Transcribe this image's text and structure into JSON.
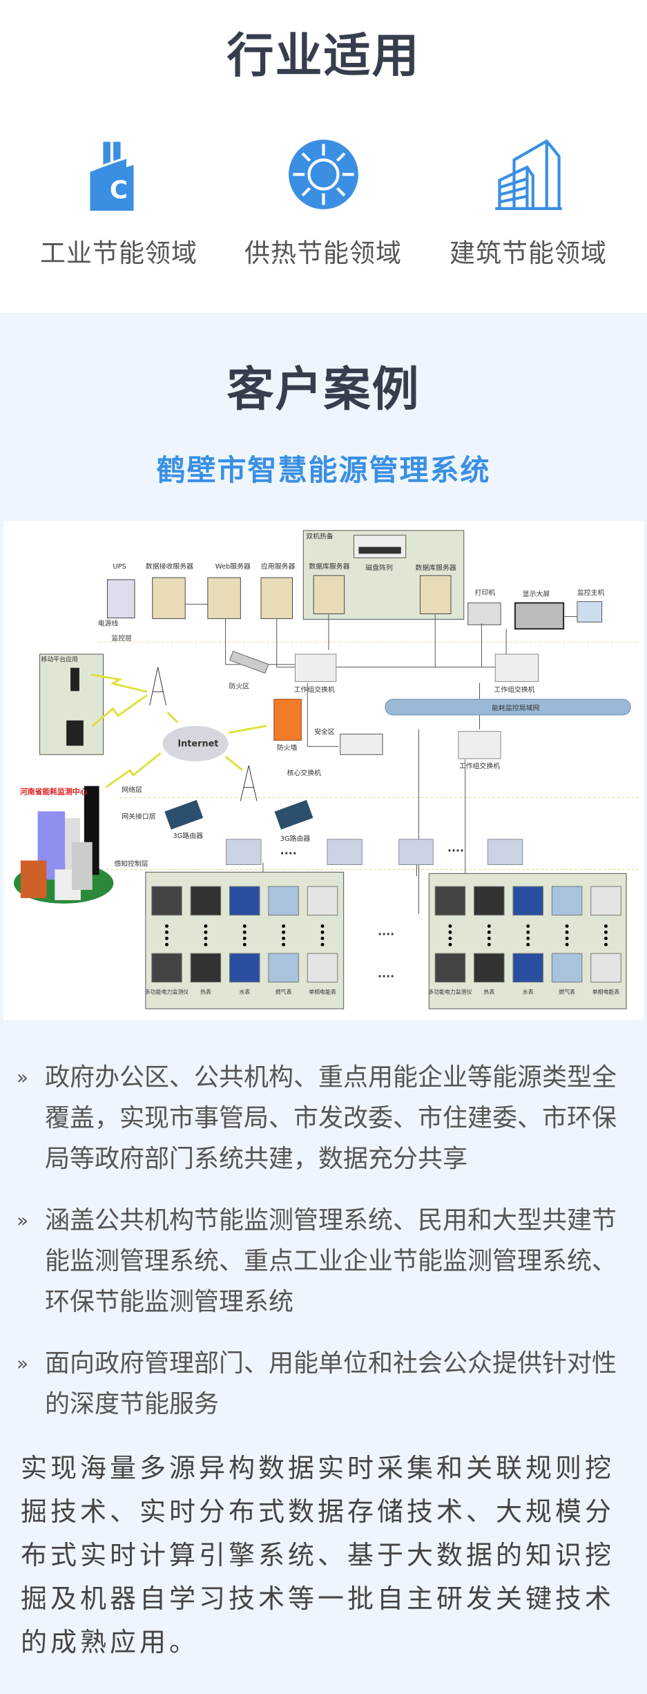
{
  "industry": {
    "title": "行业适用",
    "items": [
      {
        "label": "工业节能领域",
        "icon": "factory-icon"
      },
      {
        "label": "供热节能领域",
        "icon": "sun-icon"
      },
      {
        "label": "建筑节能领域",
        "icon": "building-icon"
      }
    ]
  },
  "cases": {
    "title": "客户案例",
    "subtitle": "鹤壁市智慧能源管理系统",
    "diagram": {
      "ups": "UPS",
      "ups_sub": "电源线",
      "recv_server": "数据接收服务器",
      "web_server": "Web服务器",
      "app_server": "应用服务器",
      "hot_standby": "双机热备",
      "db_server1": "数据库服务器",
      "disk_array": "磁盘阵列",
      "db_server2": "数据库服务器",
      "printer": "打印机",
      "big_screen": "显示大屏",
      "monitor_host": "监控主机",
      "layer_monitor": "监控层",
      "layer_network": "网络层",
      "layer_gateway": "网关接口层",
      "layer_sense": "感知控制层",
      "mobile": "移动平台应用",
      "firewall_area": "防火区",
      "firewall": "防火墙",
      "switch1": "工作组交换机",
      "switch2": "工作组交换机",
      "switch3": "工作组交换机",
      "lan": "能耗监控局域网",
      "security": "安全区",
      "core_switch": "核心交换机",
      "internet": "Internet",
      "center": "河南省能耗监测中心",
      "router1": "3G路由器",
      "router2": "3G路由器",
      "devices": [
        "多功能电力监测仪",
        "热表",
        "水表",
        "燃气表",
        "单相电能表"
      ],
      "dots": "····"
    }
  },
  "bullets": [
    "政府办公区、公共机构、重点用能企业等能源类型全覆盖，实现市事管局、市发改委、市住建委、市环保局等政府部门系统共建，数据充分共享",
    "涵盖公共机构节能监测管理系统、民用和大型共建节能监测管理系统、重点工业企业节能监测管理系统、环保节能监测管理系统",
    "面向政府管理部门、用能单位和社会公众提供针对性的深度节能服务"
  ],
  "bullet_marker": "»",
  "paragraph": "实现海量多源异构数据实时采集和关联规则挖掘技术、实时分布式数据存储技术、大规模分布式实时计算引擎系统、基于大数据的知识挖掘及机器自学习技术等一批自主研发关键技术的成熟应用。",
  "colors": {
    "accent": "#3a8fe3",
    "heading": "#363d4c",
    "section_bg": "#eef5fc"
  }
}
